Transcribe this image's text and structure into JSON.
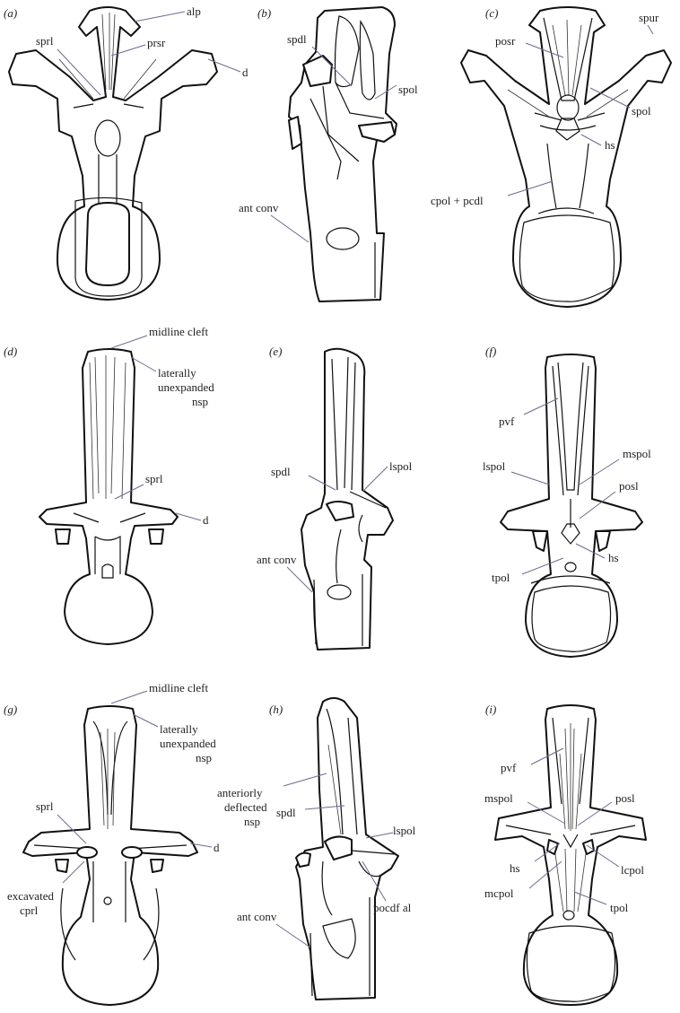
{
  "panels": [
    {
      "letter": "(a)",
      "labels": [
        "alp",
        "sprl",
        "prsr",
        "d"
      ]
    },
    {
      "letter": "(b)",
      "labels": [
        "spdl",
        "spol",
        "ant conv"
      ]
    },
    {
      "letter": "(c)",
      "labels": [
        "spur",
        "posr",
        "spol",
        "hs",
        "cpol + pcdl"
      ]
    },
    {
      "letter": "(d)",
      "labels": [
        "midline cleft",
        "laterally",
        "unexpanded",
        "nsp",
        "sprl",
        "d"
      ]
    },
    {
      "letter": "(e)",
      "labels": [
        "spdl",
        "lspol",
        "ant conv"
      ]
    },
    {
      "letter": "(f)",
      "labels": [
        "pvf",
        "mspol",
        "lspol",
        "posl",
        "hs",
        "tpol"
      ]
    },
    {
      "letter": "(g)",
      "labels": [
        "midline cleft",
        "laterally",
        "unexpanded",
        "nsp",
        "sprl",
        "d",
        "excavated",
        "cprl"
      ]
    },
    {
      "letter": "(h)",
      "labels": [
        "anteriorly",
        "deflected",
        "nsp",
        "spdl",
        "lspol",
        "pocdf al",
        "ant conv"
      ]
    },
    {
      "letter": "(i)",
      "labels": [
        "pvf",
        "mspol",
        "posl",
        "hs",
        "lcpol",
        "mcpol",
        "tpol"
      ]
    }
  ]
}
